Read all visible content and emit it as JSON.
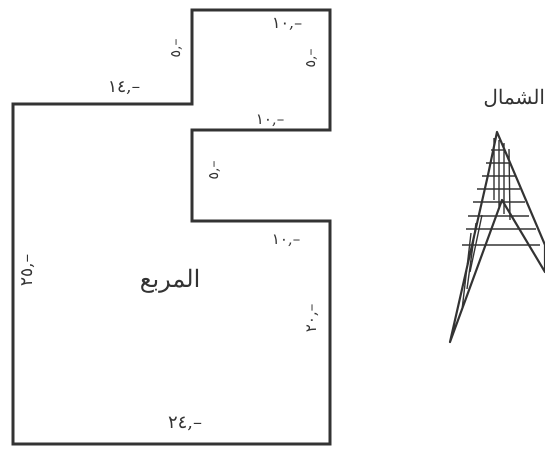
{
  "plan": {
    "title": "مخطط أرض",
    "labels": {
      "top_edge": "١٠,–",
      "top_right_vertical": "٥,–",
      "top_left_vertical": "٥,–",
      "upper_left_horizontal": "١٤,–",
      "notch_top": "١٠,–",
      "notch_vertical": "٥,–",
      "notch_bottom": "١٠,–",
      "left_side": "٢٥,–",
      "right_lower_side": "٢٠,–",
      "bottom_edge": "٢٤,–",
      "center_label": "المربع"
    }
  },
  "north_arrow": {
    "label": "الشمال"
  },
  "colors": {
    "ink": "#333333",
    "background": "#ffffff"
  }
}
